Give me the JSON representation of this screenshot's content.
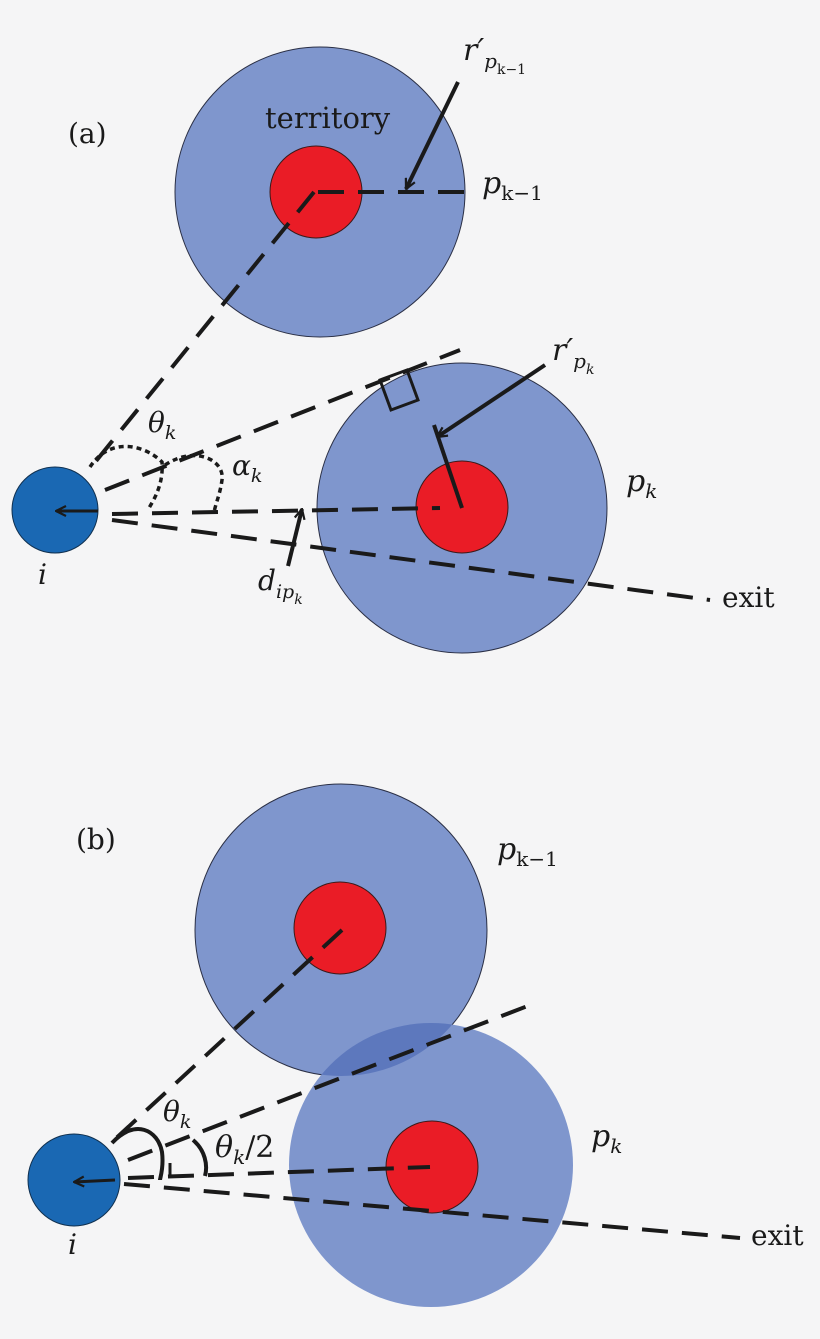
{
  "colors": {
    "background": "#f5f5f6",
    "territory": "#7f96cd",
    "territory_overlap": "#5d78bd",
    "core": "#ea1c26",
    "agent": "#1a68b3",
    "lines": "#1a1a1a"
  },
  "panel_a": {
    "label": "(a)",
    "territory_label": "territory",
    "p_prev": {
      "base": "p",
      "sub": "k−1"
    },
    "p_curr": {
      "base": "p",
      "sub": "k"
    },
    "r_prev": {
      "base": "r′",
      "sub": "p",
      "subsub": "k−1"
    },
    "r_curr": {
      "base": "r′",
      "sub": "p",
      "subsub": "k"
    },
    "theta": {
      "base": "θ",
      "sub": "k"
    },
    "alpha": {
      "base": "α",
      "sub": "k"
    },
    "distance": {
      "base": "d",
      "sub": "ip",
      "subsub": "k"
    },
    "agent": "i",
    "exit": "exit"
  },
  "panel_b": {
    "label": "(b)",
    "p_prev": {
      "base": "p",
      "sub": "k−1"
    },
    "p_curr": {
      "base": "p",
      "sub": "k"
    },
    "theta": {
      "base": "θ",
      "sub": "k"
    },
    "half_theta": {
      "base": "θ",
      "sub": "k",
      "tail": "/2"
    },
    "agent": "i",
    "exit": "exit"
  }
}
